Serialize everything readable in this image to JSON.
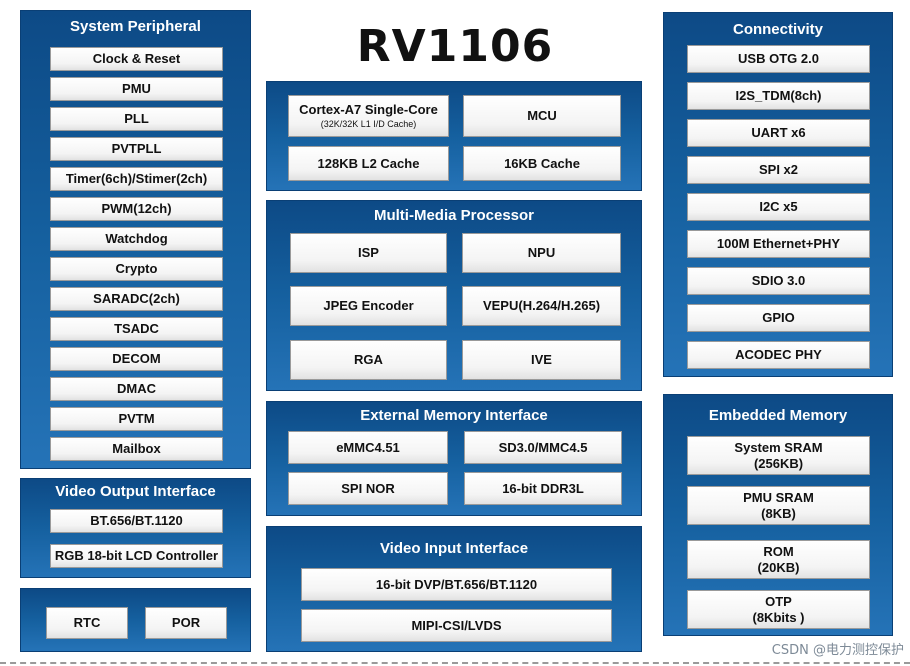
{
  "title": "RV1106",
  "panels": {
    "system_peripheral": {
      "title": "System Peripheral",
      "items": [
        "Clock & Reset",
        "PMU",
        "PLL",
        "PVTPLL",
        "Timer(6ch)/Stimer(2ch)",
        "PWM(12ch)",
        "Watchdog",
        "Crypto",
        "SARADC(2ch)",
        "TSADC",
        "DECOM",
        "DMAC",
        "PVTM",
        "Mailbox"
      ]
    },
    "video_output": {
      "title": "Video Output Interface",
      "items": [
        "BT.656/BT.1120",
        "RGB 18-bit LCD Controller"
      ]
    },
    "rtc_por": {
      "items": [
        "RTC",
        "POR"
      ]
    },
    "cpu": {
      "core": "Cortex-A7 Single-Core",
      "core_cache": "(32K/32K L1 I/D Cache)",
      "mcu": "MCU",
      "l2": "128KB L2 Cache",
      "cache16": "16KB Cache"
    },
    "multimedia": {
      "title": "Multi-Media Processor",
      "items": [
        "ISP",
        "NPU",
        "JPEG Encoder",
        "VEPU(H.264/H.265)",
        "RGA",
        "IVE"
      ]
    },
    "ext_memory": {
      "title": "External Memory Interface",
      "items": [
        "eMMC4.51",
        "SD3.0/MMC4.5",
        "SPI NOR",
        "16-bit DDR3L"
      ]
    },
    "video_input": {
      "title": "Video Input Interface",
      "items": [
        "16-bit DVP/BT.656/BT.1120",
        "MIPI-CSI/LVDS"
      ]
    },
    "connectivity": {
      "title": "Connectivity",
      "items": [
        "USB OTG 2.0",
        "I2S_TDM(8ch)",
        "UART x6",
        "SPI x2",
        "I2C x5",
        "100M Ethernet+PHY",
        "SDIO 3.0",
        "GPIO",
        "ACODEC PHY"
      ]
    },
    "embedded_memory": {
      "title": "Embedded Memory",
      "items": [
        {
          "line1": "System SRAM",
          "line2": "(256KB)"
        },
        {
          "line1": "PMU SRAM",
          "line2": "(8KB)"
        },
        {
          "line1": "ROM",
          "line2": "(20KB)"
        },
        {
          "line1": "OTP",
          "line2": "(8Kbits )"
        }
      ]
    }
  },
  "watermark": "CSDN @电力测控保护"
}
